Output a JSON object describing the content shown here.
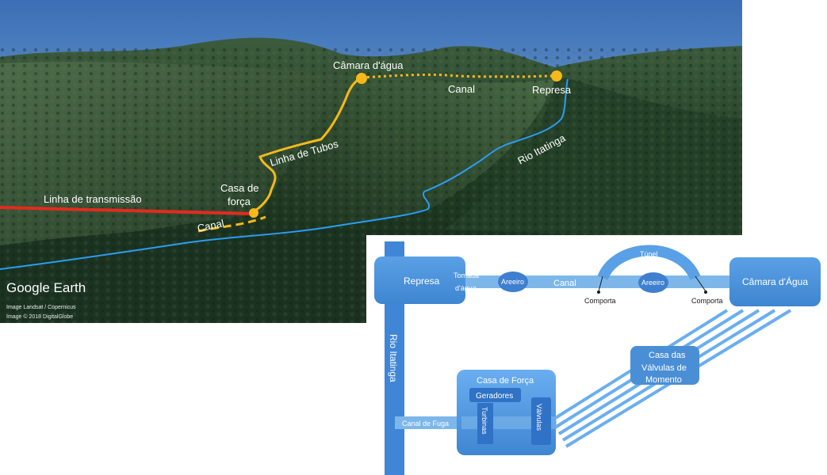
{
  "earth": {
    "labels": {
      "camara": "Câmara d'água",
      "canal_top": "Canal",
      "represa": "Represa",
      "linha_tubos": "Linha de Tubos",
      "rio": "Rio Itatinga",
      "casa_line1": "Casa de",
      "casa_line2": "força",
      "linha_trans": "Linha de transmissão",
      "canal_bottom": "Canal"
    },
    "logo": "Google Earth",
    "credit1": "Image Landsat / Copernicus",
    "credit2": "Image © 2018 DigitalGlobe"
  },
  "diagram": {
    "represa": "Represa",
    "tomada_line1": "Tomada",
    "tomada_line2": "d'água",
    "areeiro1": "Areeiro",
    "canal": "Canal",
    "tunel": "Túnel",
    "areeiro2": "Areeiro",
    "comporta1": "Comporta",
    "comporta2": "Comporta",
    "camara": "Câmara d'Água",
    "rio": "Rio Itatinga",
    "casa_valvulas_line1": "Casa das",
    "casa_valvulas_line2": "Válvulas de",
    "casa_valvulas_line3": "Momento",
    "casa_forca": "Casa de Força",
    "geradores": "Geradores",
    "turbinas": "Turbinas",
    "valvulas": "Válvulas",
    "canal_fuga": "Canal de Fuga"
  },
  "colors": {
    "pipeline": "#f6b81a",
    "river": "#2a9df4",
    "transmission": "#e32b1e",
    "box_blue": "#4a8fd6",
    "light_blue": "#8ec4f0"
  }
}
